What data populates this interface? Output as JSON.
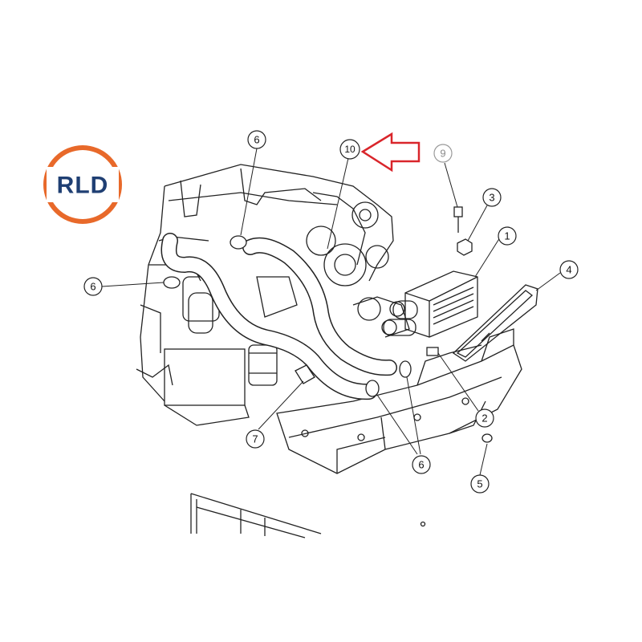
{
  "logo": {
    "text": "RLD",
    "colors": {
      "ring": "#e8692a",
      "text": "#1f3f73",
      "inner": "#ffffff"
    }
  },
  "diagram": {
    "callouts": [
      {
        "id": "c1",
        "label": "1"
      },
      {
        "id": "c2",
        "label": "2"
      },
      {
        "id": "c3",
        "label": "3"
      },
      {
        "id": "c4",
        "label": "4"
      },
      {
        "id": "c5",
        "label": "5"
      },
      {
        "id": "c6a",
        "label": "6"
      },
      {
        "id": "c6b",
        "label": "6"
      },
      {
        "id": "c6c",
        "label": "6"
      },
      {
        "id": "c7",
        "label": "7"
      },
      {
        "id": "c9",
        "label": "9",
        "muted": true
      },
      {
        "id": "c10",
        "label": "10",
        "highlighted": true
      }
    ],
    "highlight_arrow": {
      "color": "#d9252b",
      "points_to": "10"
    }
  }
}
